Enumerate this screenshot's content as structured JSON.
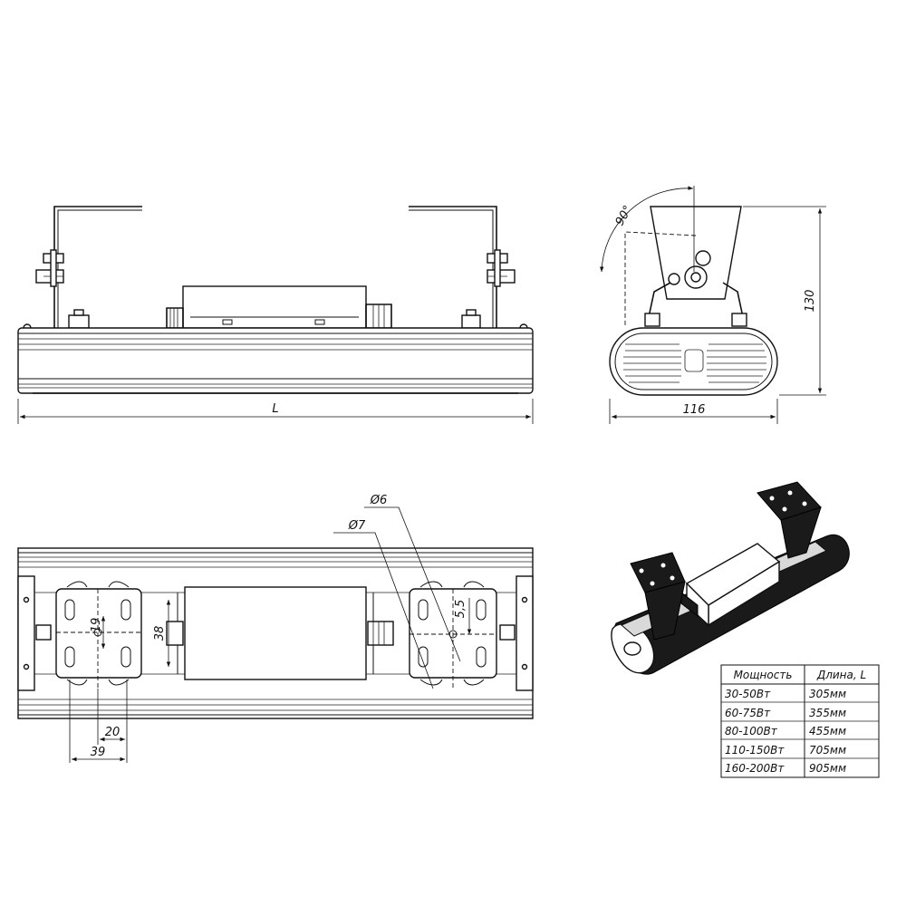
{
  "dimensions": {
    "length": "L",
    "width": "116",
    "height": "130",
    "angle": "90°",
    "hole_d6": "Ø6",
    "hole_d7": "Ø7",
    "dim_19": "19",
    "dim_38": "38",
    "dim_5_5": "5,5",
    "dim_20": "20",
    "dim_39": "39"
  },
  "table": {
    "headers": [
      "Мощность",
      "Длина, L"
    ],
    "rows": [
      [
        "30-50Вт",
        "305мм"
      ],
      [
        "60-75Вт",
        "355мм"
      ],
      [
        "80-100Вт",
        "455мм"
      ],
      [
        "110-150Вт",
        "705мм"
      ],
      [
        "160-200Вт",
        "905мм"
      ]
    ]
  }
}
